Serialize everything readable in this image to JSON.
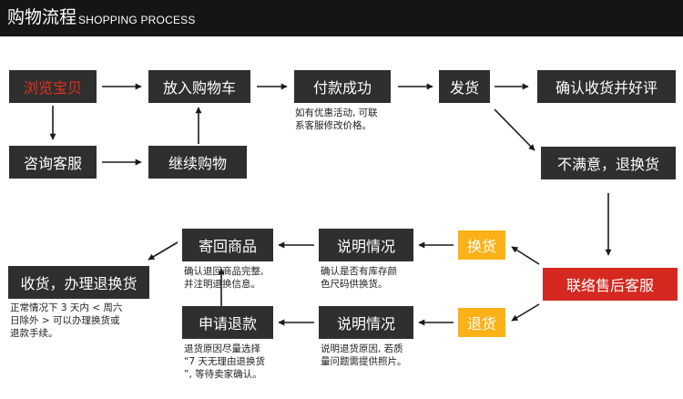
{
  "header": {
    "title": "购物流程",
    "subtitle": "SHOPPING PROCESS"
  },
  "steps": {
    "browse": "浏览宝贝",
    "add_cart": "放入购物车",
    "payment": "付款成功",
    "ship": "发货",
    "confirm": "确认收货并好评",
    "consult": "咨询客服",
    "continue_shopping": "继续购物",
    "unsatisfied": "不满意，退换货",
    "contact_service": "联络售后客服",
    "exchange": "换货",
    "explain_exchange": "说明情况",
    "send_back": "寄回商品",
    "receive_refund": "收货，办理退换货",
    "refund": "退货",
    "explain_refund": "说明情况",
    "apply_refund": "申请退款"
  },
  "notes": {
    "payment_note": [
      "如有优惠活动, 可联",
      "系客服修改价格。"
    ],
    "send_back_note": [
      "确认退回商品完整,",
      "并注明退换信息。"
    ],
    "explain_exchange_note": [
      "确认是否有库存颜",
      "色尺码供换货。"
    ],
    "receive_note": [
      "正常情况下 3 天内 < 周六",
      "日除外 > 可以办理换货或",
      "退款手续。"
    ],
    "apply_refund_note": [
      "退货原因尽量选择",
      "“7 天无理由退换货",
      "”, 等待卖家确认。"
    ],
    "explain_refund_note": [
      "说明退货原因, 若质",
      "量问题需提供照片。"
    ]
  },
  "colors": {
    "header_bg": "#151515",
    "box_bg": "#2f2f2f",
    "highlight_red_text": "#e0301e",
    "orange_box": "#fbb117",
    "red_box": "#d52820"
  }
}
